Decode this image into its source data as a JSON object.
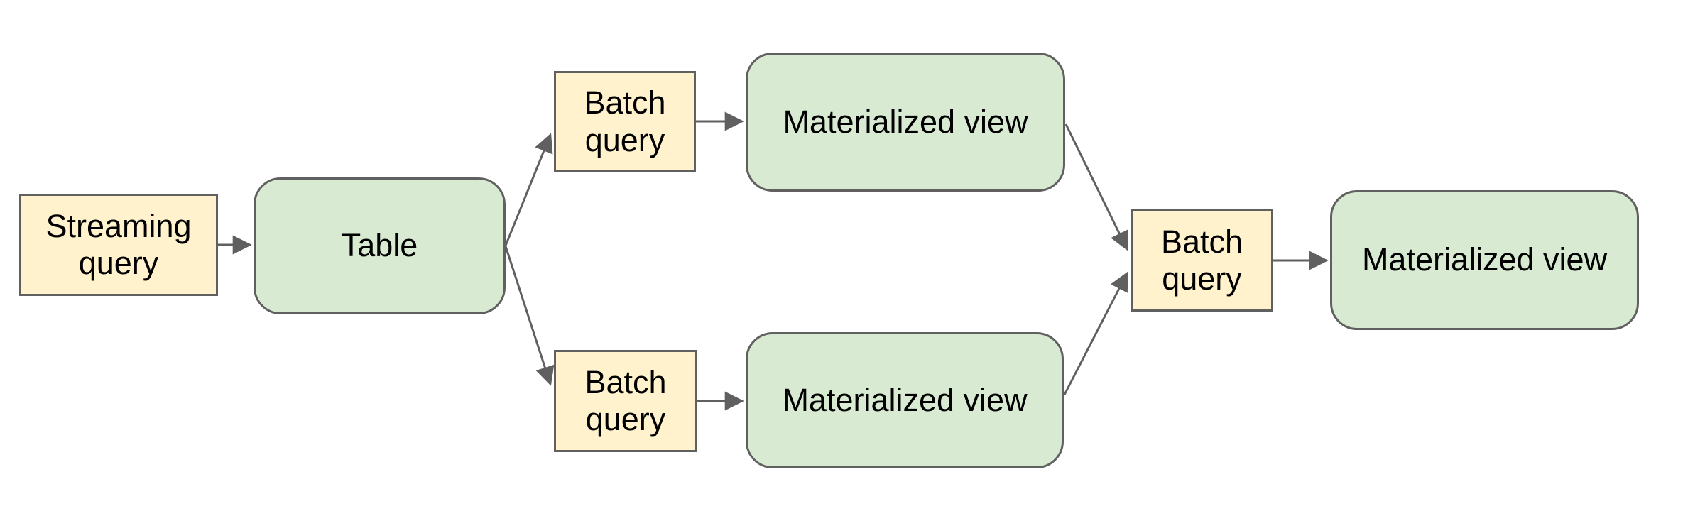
{
  "diagram": {
    "background_color": "#ffffff",
    "colors": {
      "query_box_fill": "#fff2cc",
      "store_box_fill": "#d9ead3",
      "box_border": "#606060",
      "arrow": "#606060",
      "text": "#000000"
    },
    "nodes": [
      {
        "id": "streaming-query",
        "label": "Streaming query",
        "shape": "rectangle",
        "fill": "#fff2cc"
      },
      {
        "id": "table",
        "label": "Table",
        "shape": "rounded-rectangle",
        "fill": "#d9ead3"
      },
      {
        "id": "batch-query-top",
        "label": "Batch query",
        "shape": "rectangle",
        "fill": "#fff2cc"
      },
      {
        "id": "materialized-view-top",
        "label": "Materialized view",
        "shape": "rounded-rectangle",
        "fill": "#d9ead3"
      },
      {
        "id": "batch-query-bottom",
        "label": "Batch query",
        "shape": "rectangle",
        "fill": "#fff2cc"
      },
      {
        "id": "materialized-view-bottom",
        "label": "Materialized view",
        "shape": "rounded-rectangle",
        "fill": "#d9ead3"
      },
      {
        "id": "batch-query-merge",
        "label": "Batch query",
        "shape": "rectangle",
        "fill": "#fff2cc"
      },
      {
        "id": "materialized-view-final",
        "label": "Materialized view",
        "shape": "rounded-rectangle",
        "fill": "#d9ead3"
      }
    ],
    "edges": [
      {
        "from": "streaming-query",
        "to": "table"
      },
      {
        "from": "table",
        "to": "batch-query-top"
      },
      {
        "from": "table",
        "to": "batch-query-bottom"
      },
      {
        "from": "batch-query-top",
        "to": "materialized-view-top"
      },
      {
        "from": "batch-query-bottom",
        "to": "materialized-view-bottom"
      },
      {
        "from": "materialized-view-top",
        "to": "batch-query-merge"
      },
      {
        "from": "materialized-view-bottom",
        "to": "batch-query-merge"
      },
      {
        "from": "batch-query-merge",
        "to": "materialized-view-final"
      }
    ]
  }
}
